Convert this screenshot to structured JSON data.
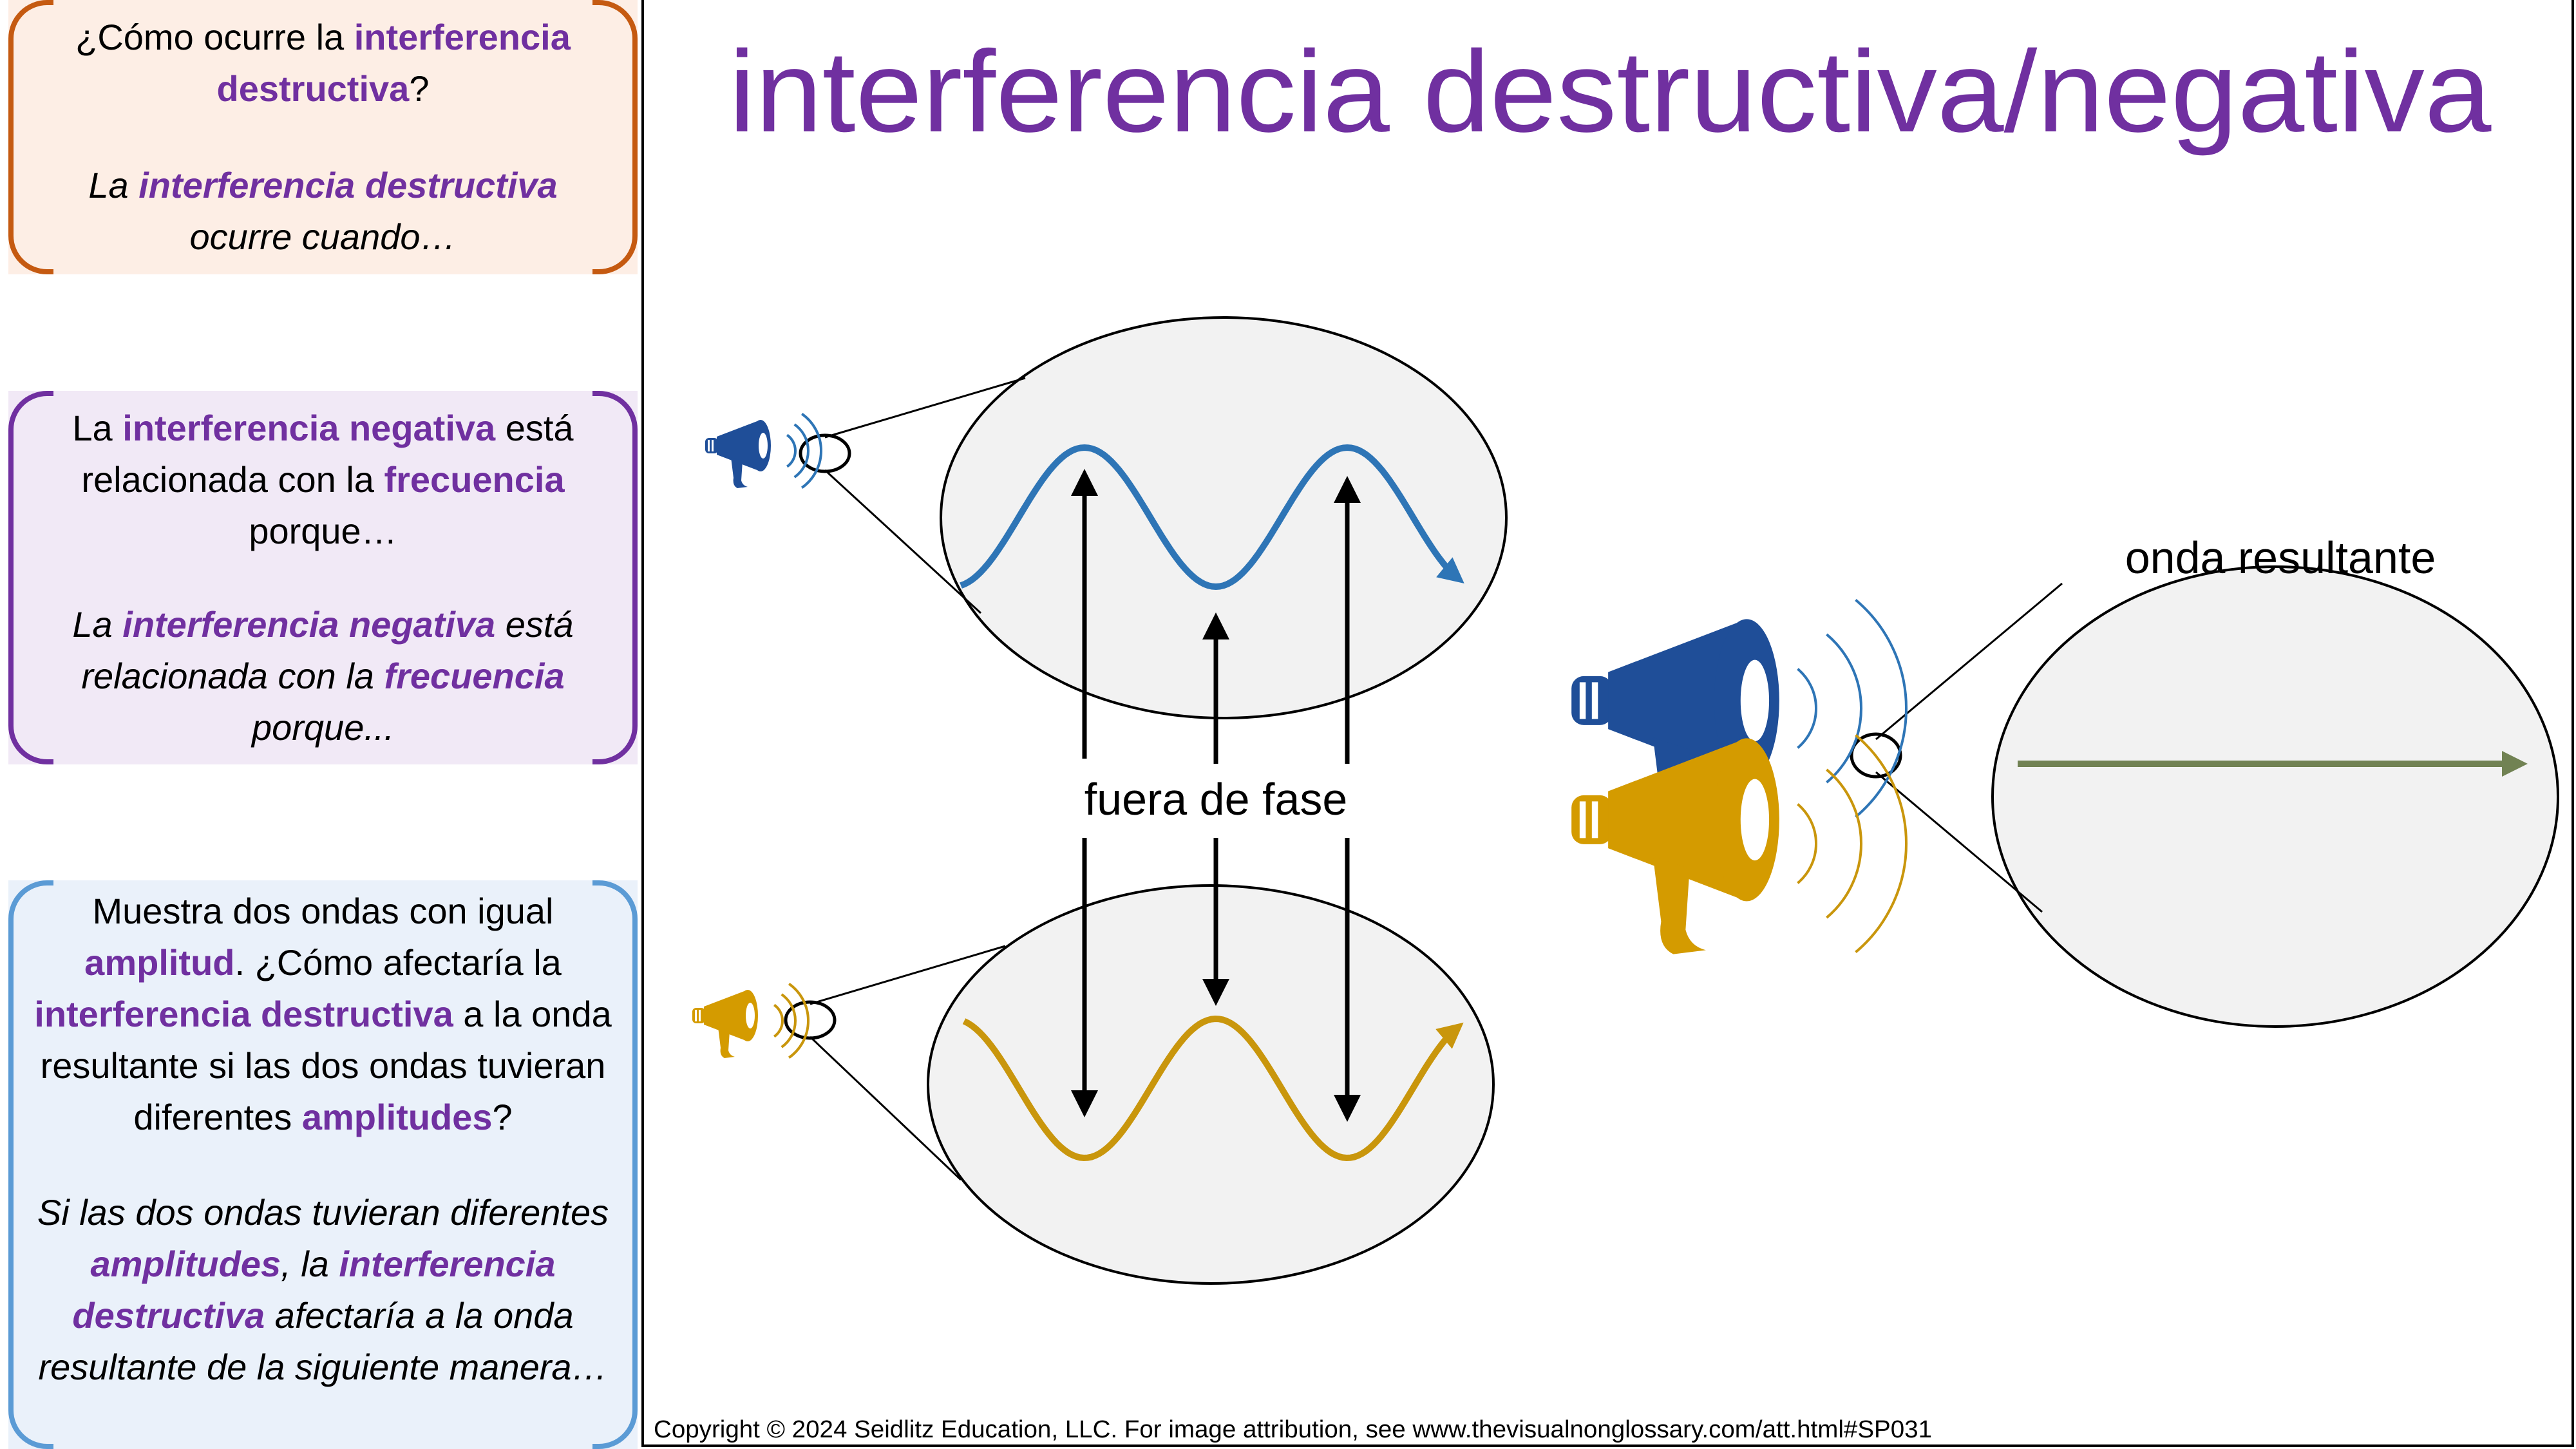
{
  "title": "interferencia destructiva/negativa",
  "boxes": {
    "b1": {
      "q": [
        "¿Cómo ocurre la ",
        "interferencia destructiva",
        "?"
      ],
      "a": [
        "La ",
        "interferencia destructiva",
        " ocurre cuando…"
      ]
    },
    "b2": {
      "q": [
        "La ",
        "interferencia negativa",
        " está relacionada con la ",
        "frecuencia",
        " porque…"
      ],
      "a": [
        "La ",
        "interferencia negativa",
        " está relacionada con la ",
        "frecuencia",
        " porque..."
      ]
    },
    "b3": {
      "q": [
        "Muestra dos ondas con igual ",
        "amplitud",
        ". ¿Cómo afectaría la ",
        "interferencia destructiva",
        " a la onda resultante si las dos ondas tuvieran diferentes ",
        "amplitudes",
        "?"
      ],
      "a": [
        "Si las dos ondas tuvieran diferentes ",
        "amplitudes",
        ", la ",
        "interferencia destructiva",
        " afectaría a la onda resultante de la siguiente manera…"
      ]
    }
  },
  "diagram": {
    "phase_label": "fuera de fase",
    "result_label": "onda resultante",
    "colors": {
      "wave1": "#2e75b6",
      "wave2": "#c9960c",
      "result": "#718253",
      "speaker_blue": "#1f4e98",
      "speaker_gold": "#d49b00",
      "accent": "#7030a0"
    }
  },
  "copyright": "Copyright © 2024 Seidlitz Education, LLC.  For image attribution, see www.thevisualnonglossary.com/att.html#SP031"
}
